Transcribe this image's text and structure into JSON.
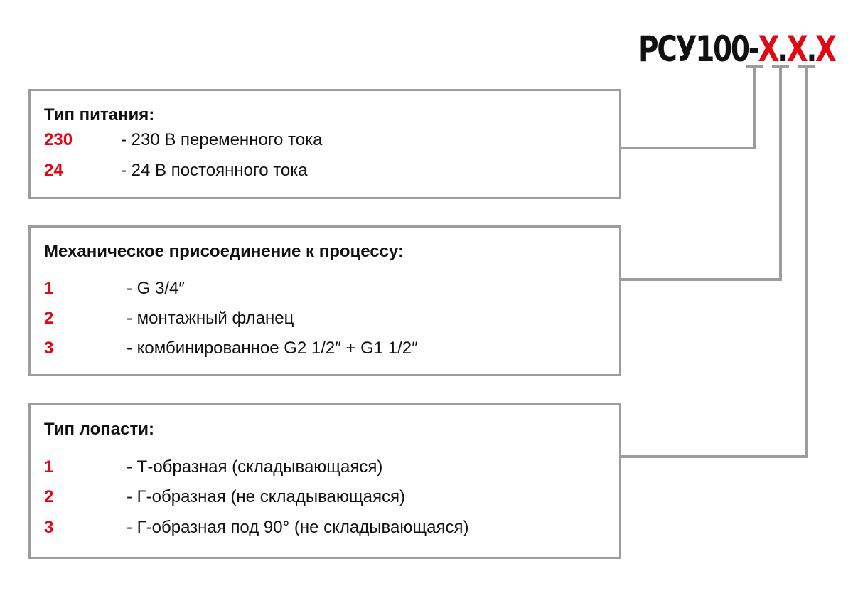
{
  "code": {
    "prefix": "РСУ100-",
    "x1": "X",
    "dot1": ".",
    "x2": "X",
    "dot2": ".",
    "x3": "X"
  },
  "power": {
    "title": "Тип питания:",
    "items": [
      {
        "key": "230",
        "desc": "- 230 В переменного тока"
      },
      {
        "key": "24",
        "desc": "- 24 В постоянного тока"
      }
    ]
  },
  "connection": {
    "title": "Механическое присоединение к процессу:",
    "items": [
      {
        "key": "1",
        "desc": "- G 3/4″"
      },
      {
        "key": "2",
        "desc": "- монтажный фланец"
      },
      {
        "key": "3",
        "desc": "- комбинированное G2 1/2″ + G1 1/2″"
      }
    ]
  },
  "blade": {
    "title": "Тип лопасти:",
    "items": [
      {
        "key": "1",
        "desc": "- Т-образная (складывающаяся)"
      },
      {
        "key": "2",
        "desc": "- Г-образная (не складывающаяся)"
      },
      {
        "key": "3",
        "desc": "- Г-образная под 90° (не складывающаяся)"
      }
    ]
  },
  "colors": {
    "accent": "#e30613",
    "border": "#9d9d9d",
    "text": "#111111"
  }
}
